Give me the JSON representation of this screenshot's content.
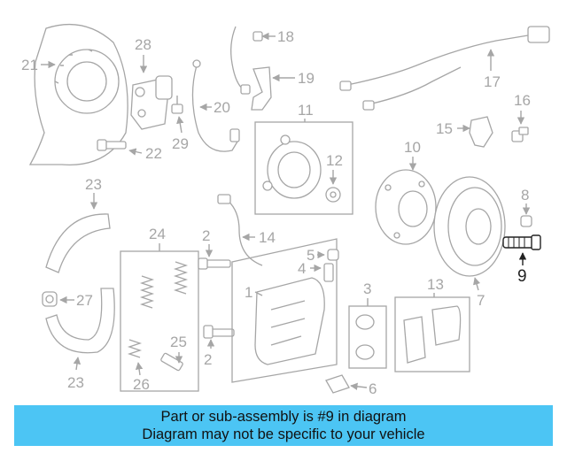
{
  "callouts": {
    "n1": "1",
    "n2a": "2",
    "n2b": "2",
    "n3": "3",
    "n4": "4",
    "n5": "5",
    "n6": "6",
    "n7": "7",
    "n8": "8",
    "n9": "9",
    "n10": "10",
    "n11": "11",
    "n12": "12",
    "n13": "13",
    "n14": "14",
    "n15": "15",
    "n16": "16",
    "n17": "17",
    "n18": "18",
    "n19": "19",
    "n20": "20",
    "n21": "21",
    "n22": "22",
    "n23a": "23",
    "n23b": "23",
    "n24": "24",
    "n25": "25",
    "n26": "26",
    "n27": "27",
    "n28": "28",
    "n29": "29"
  },
  "highlight_color": "#4cc5f4",
  "banner": {
    "line1": "Part or sub-assembly is #9 in diagram",
    "line2": "Diagram may not be specific to your vehicle"
  }
}
